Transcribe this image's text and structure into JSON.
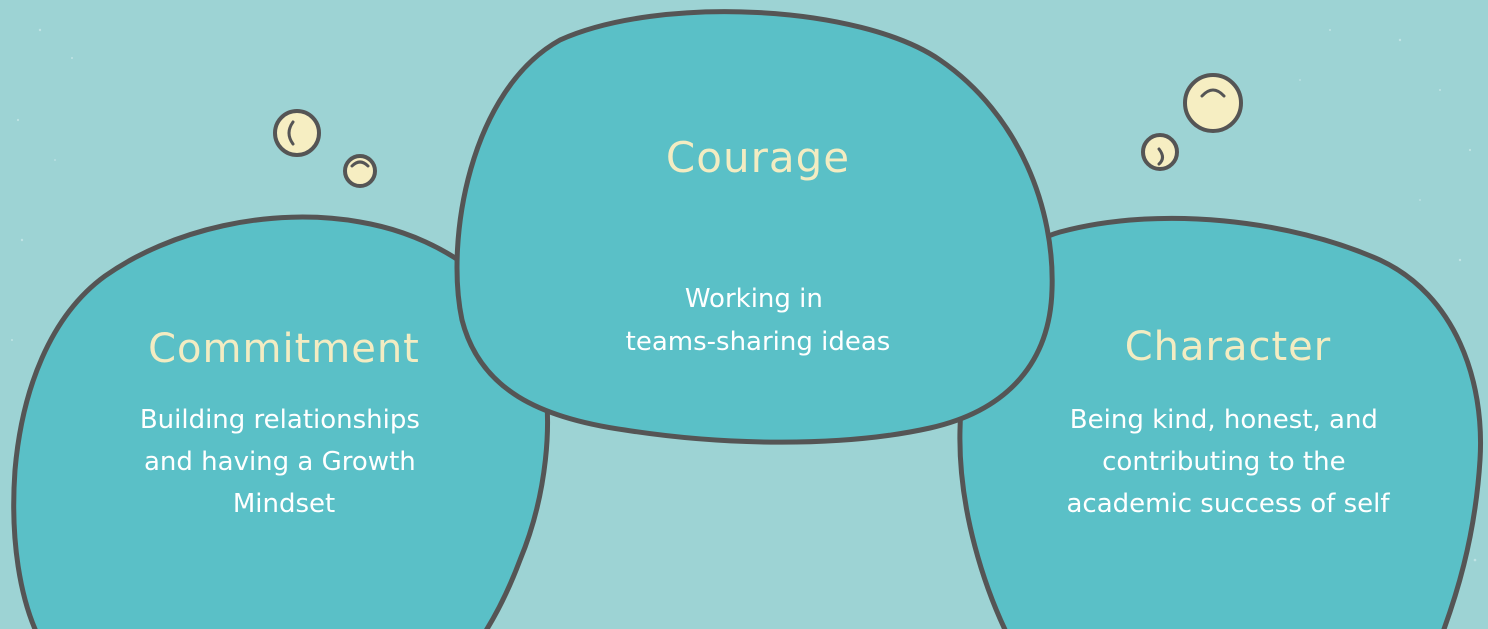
{
  "colors": {
    "background": "#9dd3d4",
    "blob_fill": "#5ac0c7",
    "blob_stroke": "#555555",
    "title_text": "#f3ecc2",
    "body_text": "#ffffff",
    "bubble_fill": "#f6eec2"
  },
  "values": [
    {
      "title": "Commitment",
      "description_lines": [
        "Building relationships",
        "and having a Growth",
        "Mindset"
      ]
    },
    {
      "title": "Courage",
      "description_lines": [
        "Working in",
        "teams-sharing ideas"
      ]
    },
    {
      "title": "Character",
      "description_lines": [
        "Being kind, honest, and",
        "contributing to the",
        "academic success of self"
      ]
    }
  ]
}
